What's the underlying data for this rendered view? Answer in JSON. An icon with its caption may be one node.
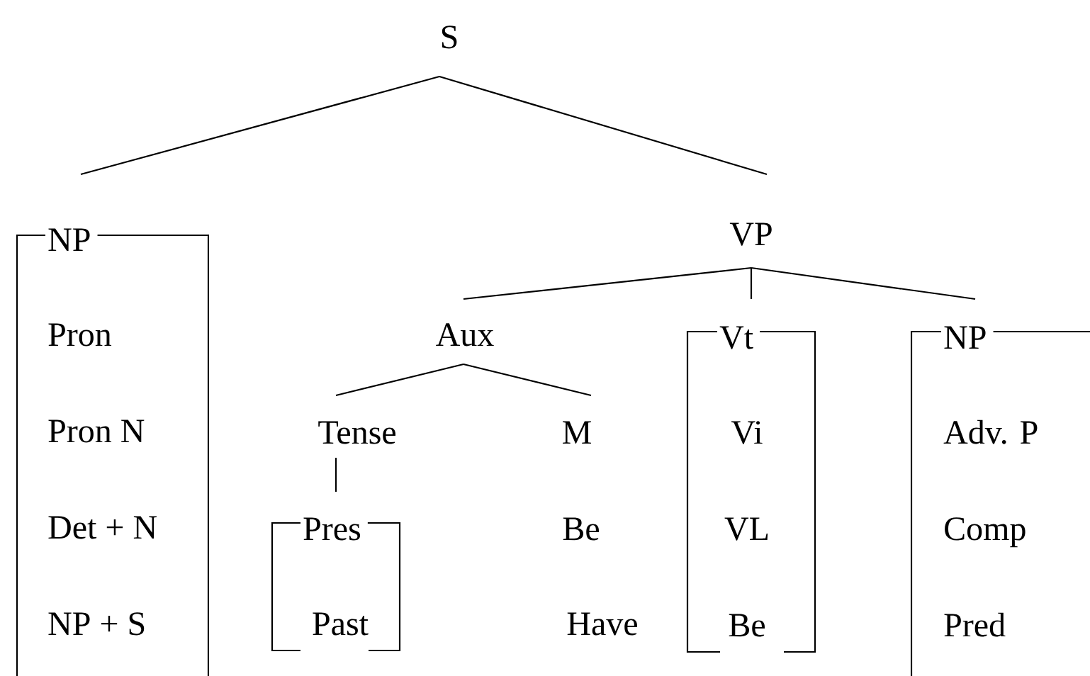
{
  "diagram": {
    "nodes": [
      {
        "text": [
          "S"
        ]
      },
      {
        "text": [
          "NP"
        ]
      },
      {
        "text": [
          "Pron"
        ],
        "in": 1
      },
      {
        "text": [
          "Pron N"
        ],
        "in": 1
      },
      {
        "text": [
          "Det + N"
        ],
        "in": 1
      },
      {
        "text": [
          "NP + S"
        ],
        "in": 1
      },
      {
        "text": [
          "VP"
        ]
      },
      {
        "text": [
          "Aux"
        ]
      },
      {
        "text": [
          "Tense"
        ]
      },
      {
        "text": [
          "Pres"
        ]
      },
      {
        "text": [
          "Past"
        ],
        "in": 9
      },
      {
        "text": [
          "M"
        ]
      },
      {
        "text": [
          "Be"
        ]
      },
      {
        "text": [
          "Have"
        ]
      },
      {
        "text": [
          "Vt"
        ]
      },
      {
        "text": [
          "Vi"
        ],
        "in": 14
      },
      {
        "text": [
          "VL"
        ],
        "in": 14
      },
      {
        "text": [
          "Be"
        ],
        "in": 14
      },
      {
        "text": [
          "NP"
        ]
      },
      {
        "text": [
          "Adv. P"
        ],
        "in": 18
      },
      {
        "text": [
          "Comp"
        ],
        "in": 18
      },
      {
        "text": [
          "Pred"
        ],
        "in": 18
      }
    ],
    "edges": [
      {
        "from": 0,
        "to": 1,
        "arrow": "none"
      },
      {
        "from": 0,
        "to": 6,
        "arrow": "none"
      },
      {
        "from": 6,
        "to": 7,
        "arrow": "none"
      },
      {
        "from": 6,
        "to": 14,
        "arrow": "none"
      },
      {
        "from": 6,
        "to": 18,
        "arrow": "none"
      },
      {
        "from": 7,
        "to": 8,
        "arrow": "none"
      },
      {
        "from": 7,
        "to": 11,
        "arrow": "none"
      },
      {
        "from": 8,
        "to": 9,
        "arrow": "none"
      }
    ]
  }
}
